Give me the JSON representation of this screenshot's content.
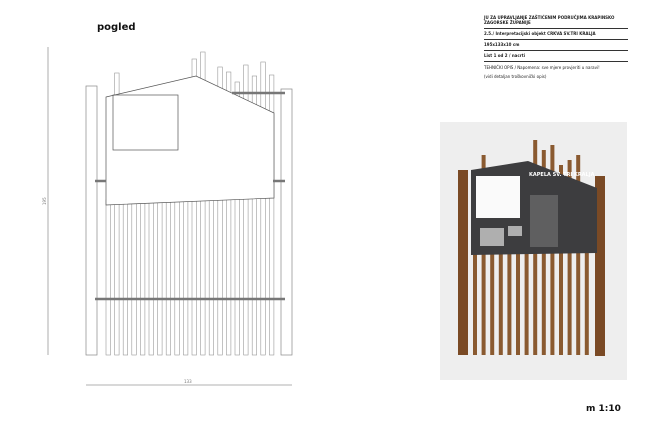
{
  "drawing": {
    "title": "pogled",
    "scale": "m 1:10",
    "dim_height": "195",
    "dim_width": "133"
  },
  "info": {
    "client": "JU ZA UPRAVLJANJE ZAŠTIĆENIM PODRUČJIMA KRAPINSKO ZAGORSKE ŽUPANIJE",
    "object": "2.5./ Interpretacijski objekt CRKVA SV.TRI KRALJA",
    "dimensions": "195x133x10 cm",
    "sheet": "List 1 od 2 / nacrti",
    "note_1": "TEHNIČKI OPIS / Napomena: sve mjere provjeriti u naravi!",
    "note_2": "(vidi detaljan troškovnički opis)"
  },
  "photo": {
    "panel_heading": "KAPELA SV. TRI KRALJA",
    "colors": {
      "wood": "#7a4a25",
      "panel": "#3d3d3f",
      "background": "#eeeeee"
    }
  }
}
